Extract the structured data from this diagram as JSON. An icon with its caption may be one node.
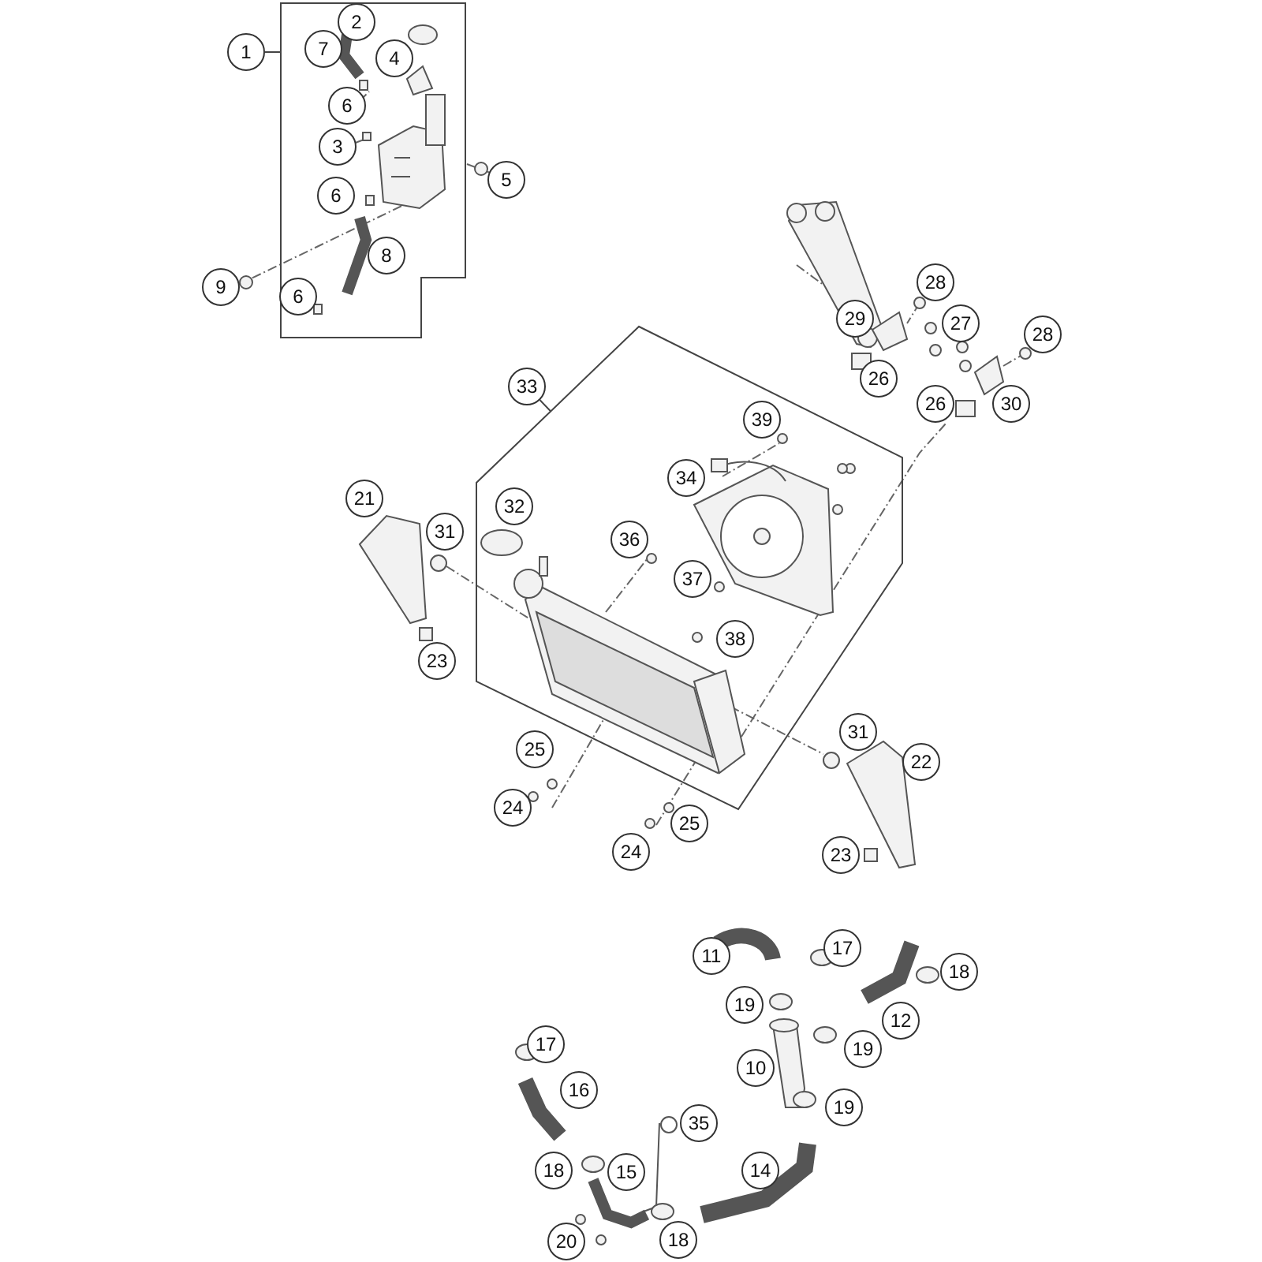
{
  "diagram": {
    "nodes": [
      {
        "text": [
          "1"
        ]
      },
      {
        "text": [],
        "shape": "box"
      },
      {
        "text": [
          "2"
        ],
        "in": 1
      },
      {
        "text": [
          "7"
        ],
        "in": 1
      },
      {
        "text": [
          "4"
        ],
        "in": 1
      },
      {
        "text": [
          "6"
        ],
        "in": 1
      },
      {
        "text": [
          "3"
        ],
        "in": 1
      },
      {
        "text": [
          "6"
        ],
        "in": 1
      },
      {
        "text": [
          "8"
        ],
        "in": 1
      },
      {
        "text": [
          "6"
        ],
        "in": 1
      },
      {
        "text": [
          "5"
        ]
      },
      {
        "text": [
          "9"
        ]
      },
      {
        "text": [
          "28"
        ]
      },
      {
        "text": [
          "29"
        ]
      },
      {
        "text": [
          "27"
        ]
      },
      {
        "text": [
          "28"
        ]
      },
      {
        "text": [
          "26"
        ]
      },
      {
        "text": [
          "33"
        ]
      },
      {
        "text": [],
        "shape": "box"
      },
      {
        "text": [
          "26"
        ]
      },
      {
        "text": [
          "30"
        ]
      },
      {
        "text": [
          "39"
        ],
        "in": 18
      },
      {
        "text": [
          "34"
        ],
        "in": 18
      },
      {
        "text": [
          "21"
        ]
      },
      {
        "text": [
          "32"
        ],
        "in": 18
      },
      {
        "text": [
          "31"
        ]
      },
      {
        "text": [
          "36"
        ],
        "in": 18
      },
      {
        "text": [
          "37"
        ],
        "in": 18
      },
      {
        "text": [
          "38"
        ],
        "in": 18
      },
      {
        "text": [
          "23"
        ]
      },
      {
        "text": [
          "31"
        ]
      },
      {
        "text": [
          "25"
        ]
      },
      {
        "text": [
          "22"
        ]
      },
      {
        "text": [
          "24"
        ]
      },
      {
        "text": [
          "25"
        ]
      },
      {
        "text": [
          "24"
        ]
      },
      {
        "text": [
          "23"
        ]
      },
      {
        "text": [
          "17"
        ]
      },
      {
        "text": [
          "11"
        ]
      },
      {
        "text": [
          "18"
        ]
      },
      {
        "text": [
          "19"
        ]
      },
      {
        "text": [
          "12"
        ]
      },
      {
        "text": [
          "17"
        ]
      },
      {
        "text": [
          "19"
        ]
      },
      {
        "text": [
          "10"
        ]
      },
      {
        "text": [
          "16"
        ]
      },
      {
        "text": [
          "19"
        ]
      },
      {
        "text": [
          "35"
        ]
      },
      {
        "text": [
          "18"
        ]
      },
      {
        "text": [
          "15"
        ]
      },
      {
        "text": [
          "14"
        ]
      },
      {
        "text": [
          "20"
        ]
      },
      {
        "text": [
          "18"
        ]
      }
    ],
    "edges": [
      {
        "from": 0,
        "to": 1,
        "arrow": "none"
      },
      {
        "from": 17,
        "to": 18,
        "arrow": "none"
      }
    ]
  }
}
